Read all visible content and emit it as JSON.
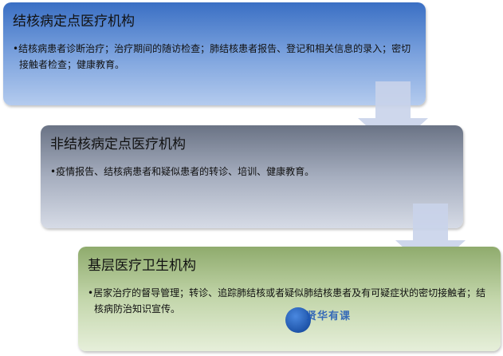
{
  "boxes": [
    {
      "title": "结核病定点医疗机构",
      "desc": "•结核病患者诊断治疗；治疗期间的随访检查；肺结核患者报告、登记和相关信息的录入；密切接触者检查；健康教育。"
    },
    {
      "title": "非结核病定点医疗机构",
      "desc": "•疫情报告、结核病患者和疑似患者的转诊、培训、健康教育。"
    },
    {
      "title": "基层医疗卫生机构",
      "desc": "•居家治疗的督导管理；转诊、追踪肺结核或者疑似肺结核患者及有可疑症状的密切接触者；结核病防治知识宣传。"
    }
  ],
  "watermark": "贤华有课",
  "colors": {
    "box1": "#3a6fc4",
    "box2": "#6a7385",
    "box3": "#8fab6d",
    "arrow": "#c9d3ea"
  }
}
